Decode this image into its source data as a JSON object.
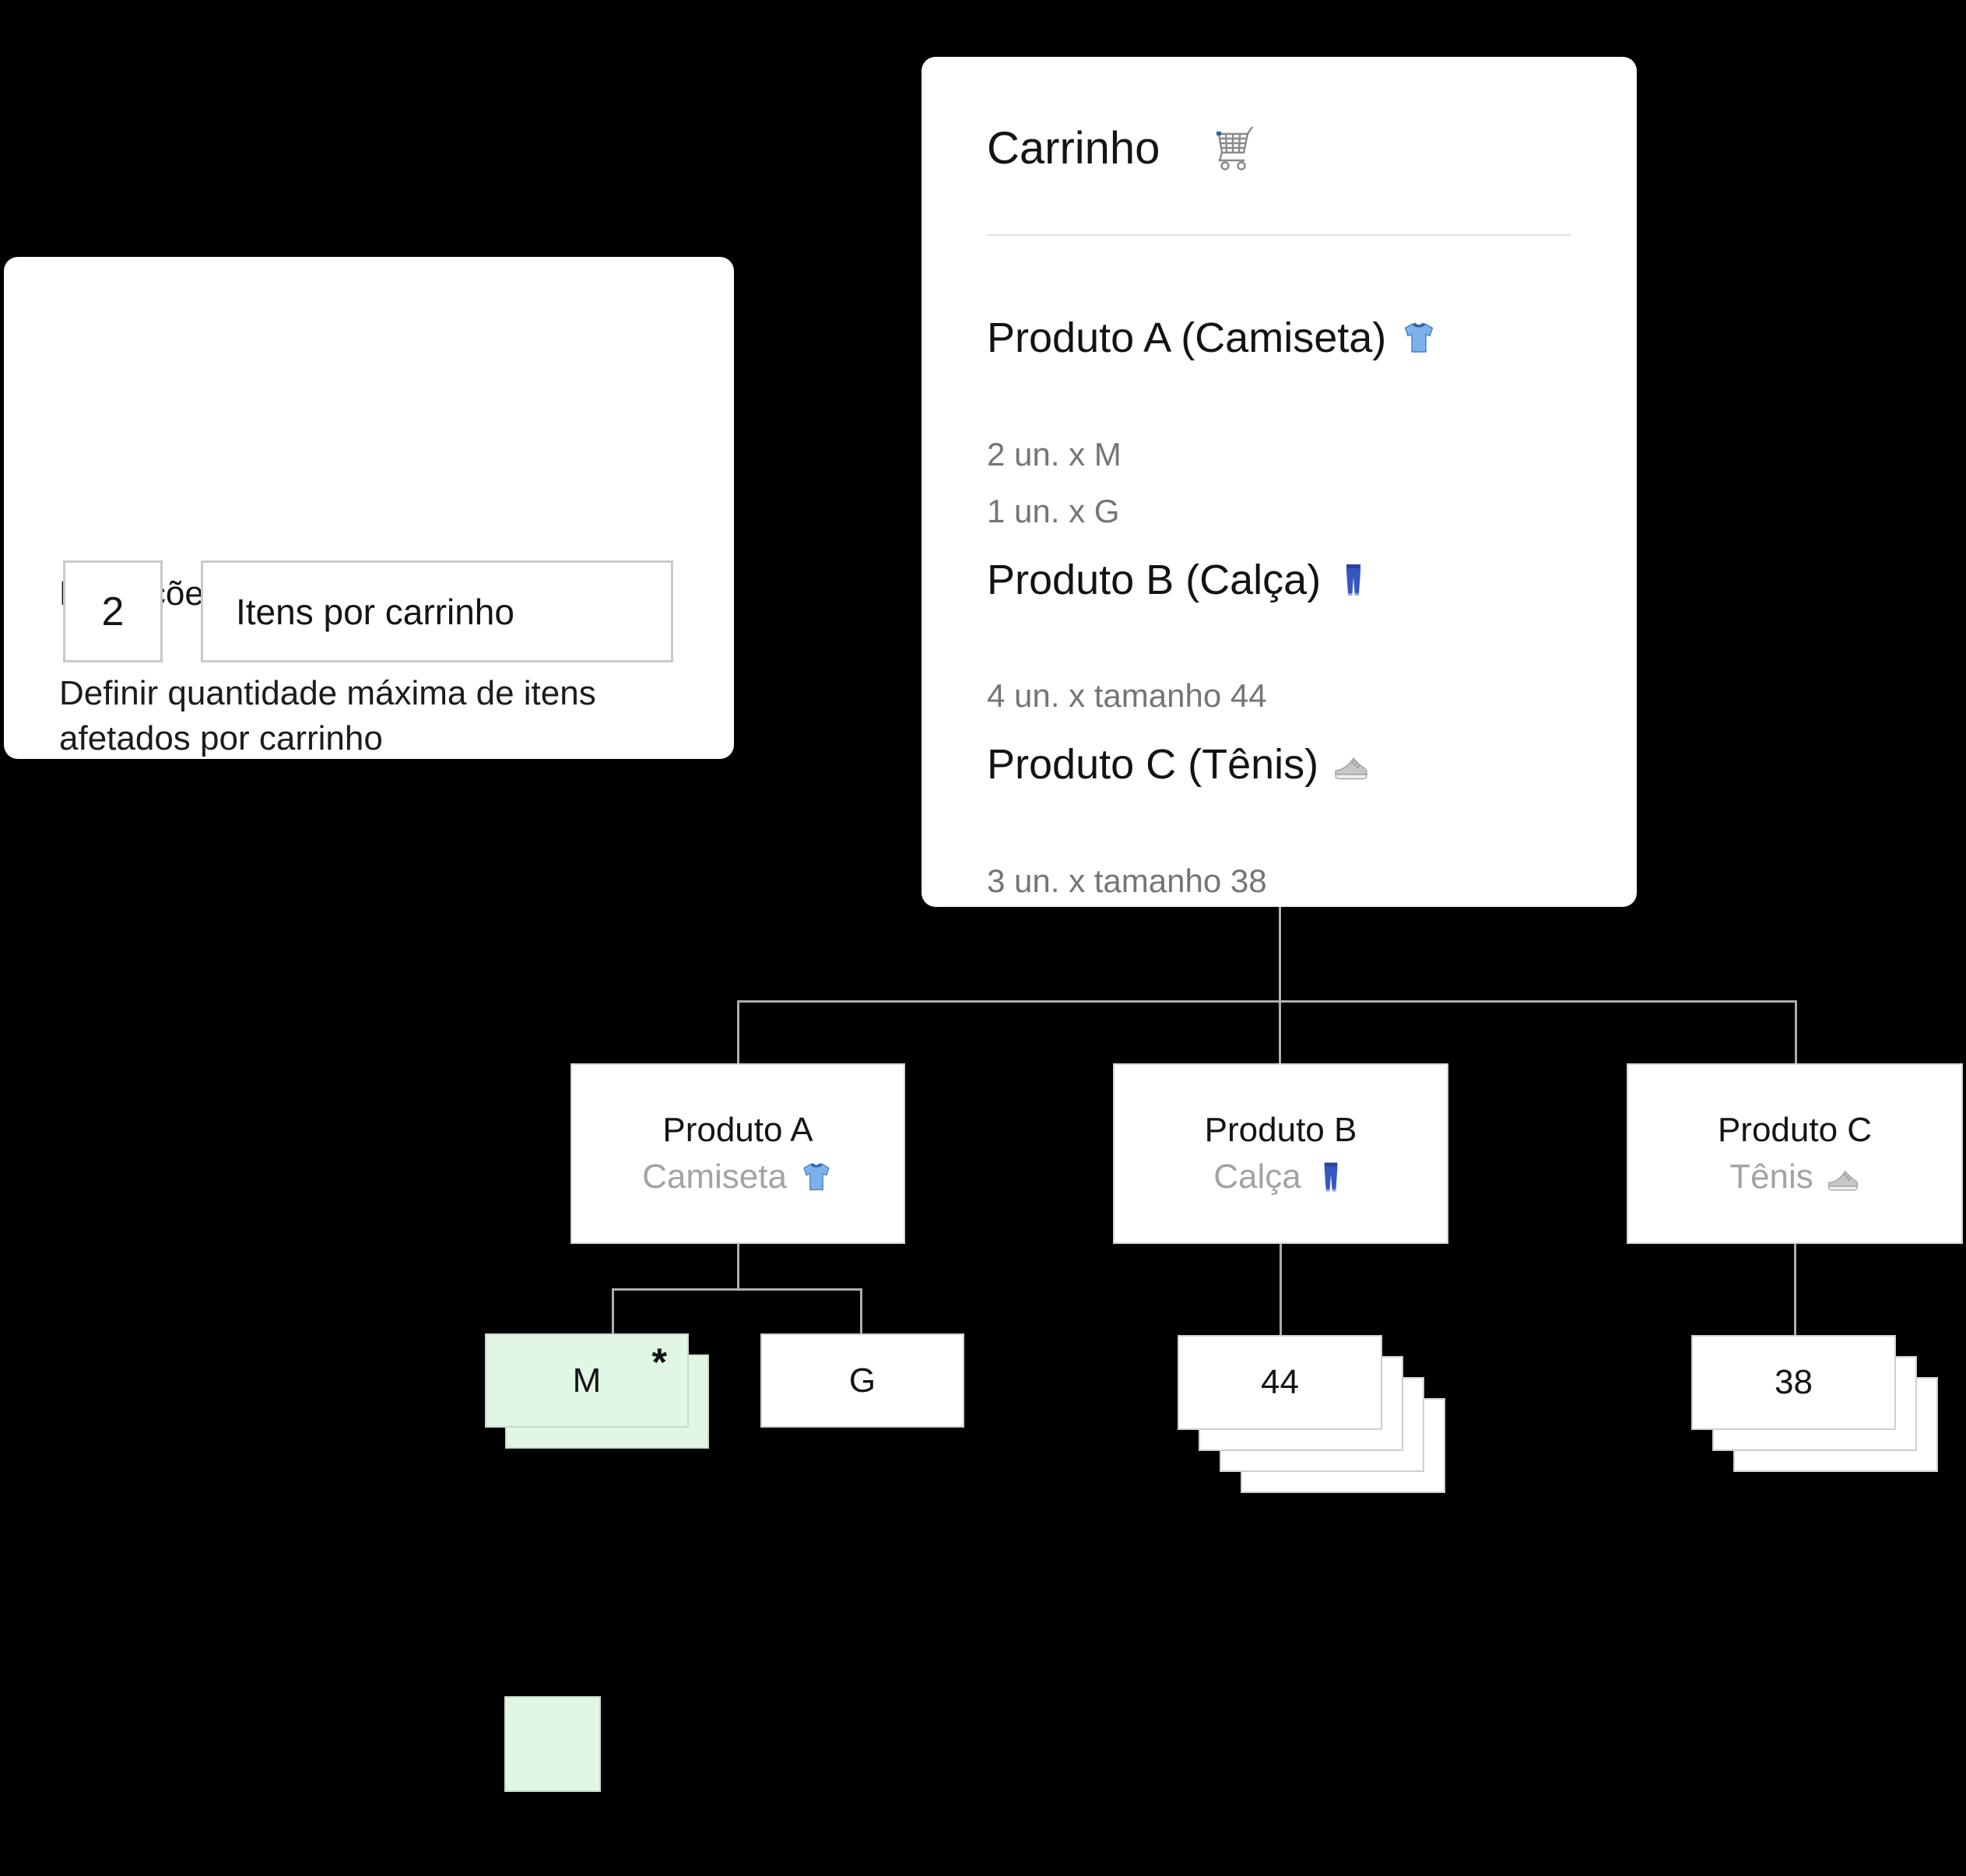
{
  "restrictions_card": {
    "title": "Restrições e limites de uso",
    "description": "Definir quantidade máxima de itens afetados por carrinho",
    "quantity_value": "2",
    "quantity_label": "Itens por carrinho"
  },
  "cart_card": {
    "title": "Carrinho",
    "title_icon": "shopping-cart-icon",
    "items": [
      {
        "name": "Produto A (Camiseta)",
        "icon": "tshirt-icon",
        "icon_ref": "#sym-tshirt",
        "lines": [
          "2 un. x M",
          "1 un. x G"
        ]
      },
      {
        "name": "Produto B (Calça)",
        "icon": "jeans-icon",
        "icon_ref": "#sym-jeans",
        "lines": [
          "4 un. x tamanho 44"
        ]
      },
      {
        "name": "Produto C (Tênis)",
        "icon": "sneaker-icon",
        "icon_ref": "#sym-sneaker",
        "lines": [
          "3 un. x tamanho 38"
        ]
      }
    ]
  },
  "tree": {
    "nodes": [
      {
        "title": "Produto A",
        "subtitle": "Camiseta",
        "icon": "tshirt-icon",
        "icon_ref": "#sym-tshirt"
      },
      {
        "title": "Produto B",
        "subtitle": "Calça",
        "icon": "jeans-icon",
        "icon_ref": "#sym-jeans"
      },
      {
        "title": "Produto C",
        "subtitle": "Tênis",
        "icon": "sneaker-icon",
        "icon_ref": "#sym-sneaker"
      }
    ],
    "leaves": {
      "m": {
        "label": "M",
        "badge": "*",
        "stack_count": 2,
        "highlighted": true
      },
      "g": {
        "label": "G",
        "stack_count": 1,
        "highlighted": false
      },
      "size44": {
        "label": "44",
        "stack_count": 4,
        "highlighted": false
      },
      "size38": {
        "label": "38",
        "stack_count": 3,
        "highlighted": false
      }
    }
  },
  "legend": {
    "highlight_color": "#e1f6e4"
  },
  "colors": {
    "background": "#000000",
    "card": "#ffffff",
    "muted_text": "#757575",
    "sub_text": "#a3a3a3",
    "connector": "#aeaeae",
    "box_border": "#cfcfcf",
    "highlight_fill": "#e1f6e4",
    "highlight_border": "#c8dcca"
  }
}
